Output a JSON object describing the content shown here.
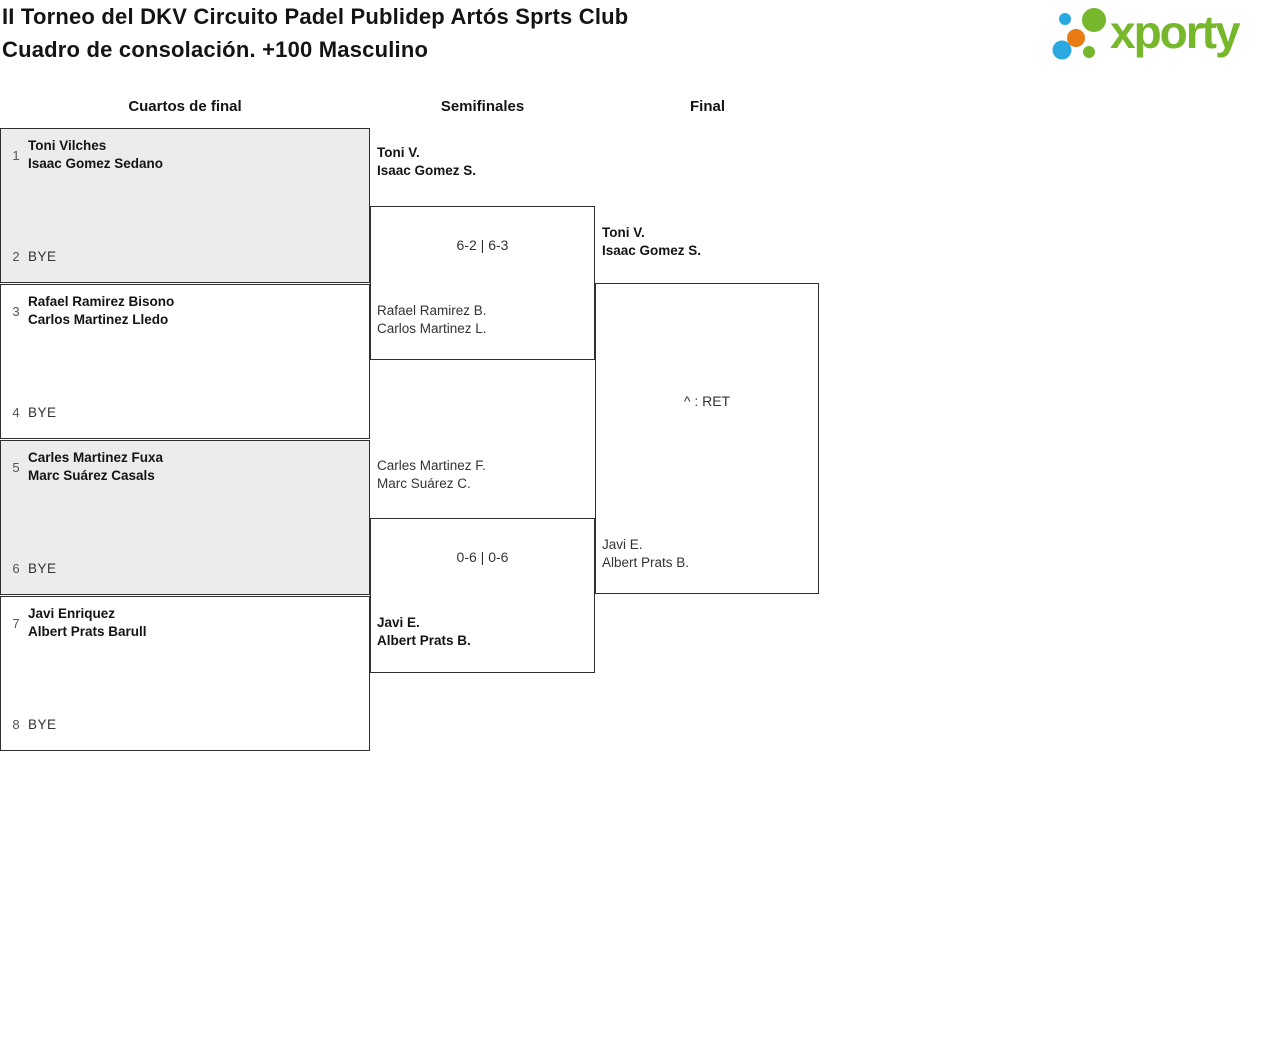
{
  "header": {
    "title_line1": "II Torneo del DKV Circuito Padel Publidep Artós Sprts Club",
    "title_line2": "Cuadro de consolación. +100 Masculino",
    "logo": {
      "brand": "xporty",
      "colors": {
        "green": "#76b72b",
        "blue": "#2aa9e0",
        "orange": "#e87c12"
      }
    }
  },
  "bracket": {
    "round_labels": [
      "Cuartos de final",
      "Semifinales",
      "Final"
    ],
    "quarterfinals": [
      {
        "top_seed": "1",
        "top_lines": [
          "Toni Vilches",
          "Isaac Gomez Sedano"
        ],
        "bottom_seed": "2",
        "bottom_label": "BYE"
      },
      {
        "top_seed": "3",
        "top_lines": [
          "Rafael Ramirez Bisono",
          "Carlos Martinez Lledo"
        ],
        "bottom_seed": "4",
        "bottom_label": "BYE"
      },
      {
        "top_seed": "5",
        "top_lines": [
          "Carles Martinez Fuxa",
          "Marc Suárez Casals"
        ],
        "bottom_seed": "6",
        "bottom_label": "BYE"
      },
      {
        "top_seed": "7",
        "top_lines": [
          "Javi Enriquez",
          "Albert Prats Barull"
        ],
        "bottom_seed": "8",
        "bottom_label": "BYE"
      }
    ],
    "semifinals": [
      {
        "top_lines": [
          "Toni V.",
          "Isaac Gomez S."
        ],
        "score": "6-2 | 6-3",
        "bottom_lines": [
          "Rafael Ramirez B.",
          "Carlos Martinez L."
        ],
        "winner": "top"
      },
      {
        "top_lines": [
          "Carles Martinez F.",
          "Marc Suárez C."
        ],
        "score": "0-6 | 0-6",
        "bottom_lines": [
          "Javi E.",
          "Albert Prats B."
        ],
        "winner": "bottom"
      }
    ],
    "final": {
      "top_lines": [
        "Toni V.",
        "Isaac Gomez S."
      ],
      "score": "^ : RET",
      "bottom_lines": [
        "Javi E.",
        "Albert Prats B."
      ],
      "winner": "top"
    }
  }
}
